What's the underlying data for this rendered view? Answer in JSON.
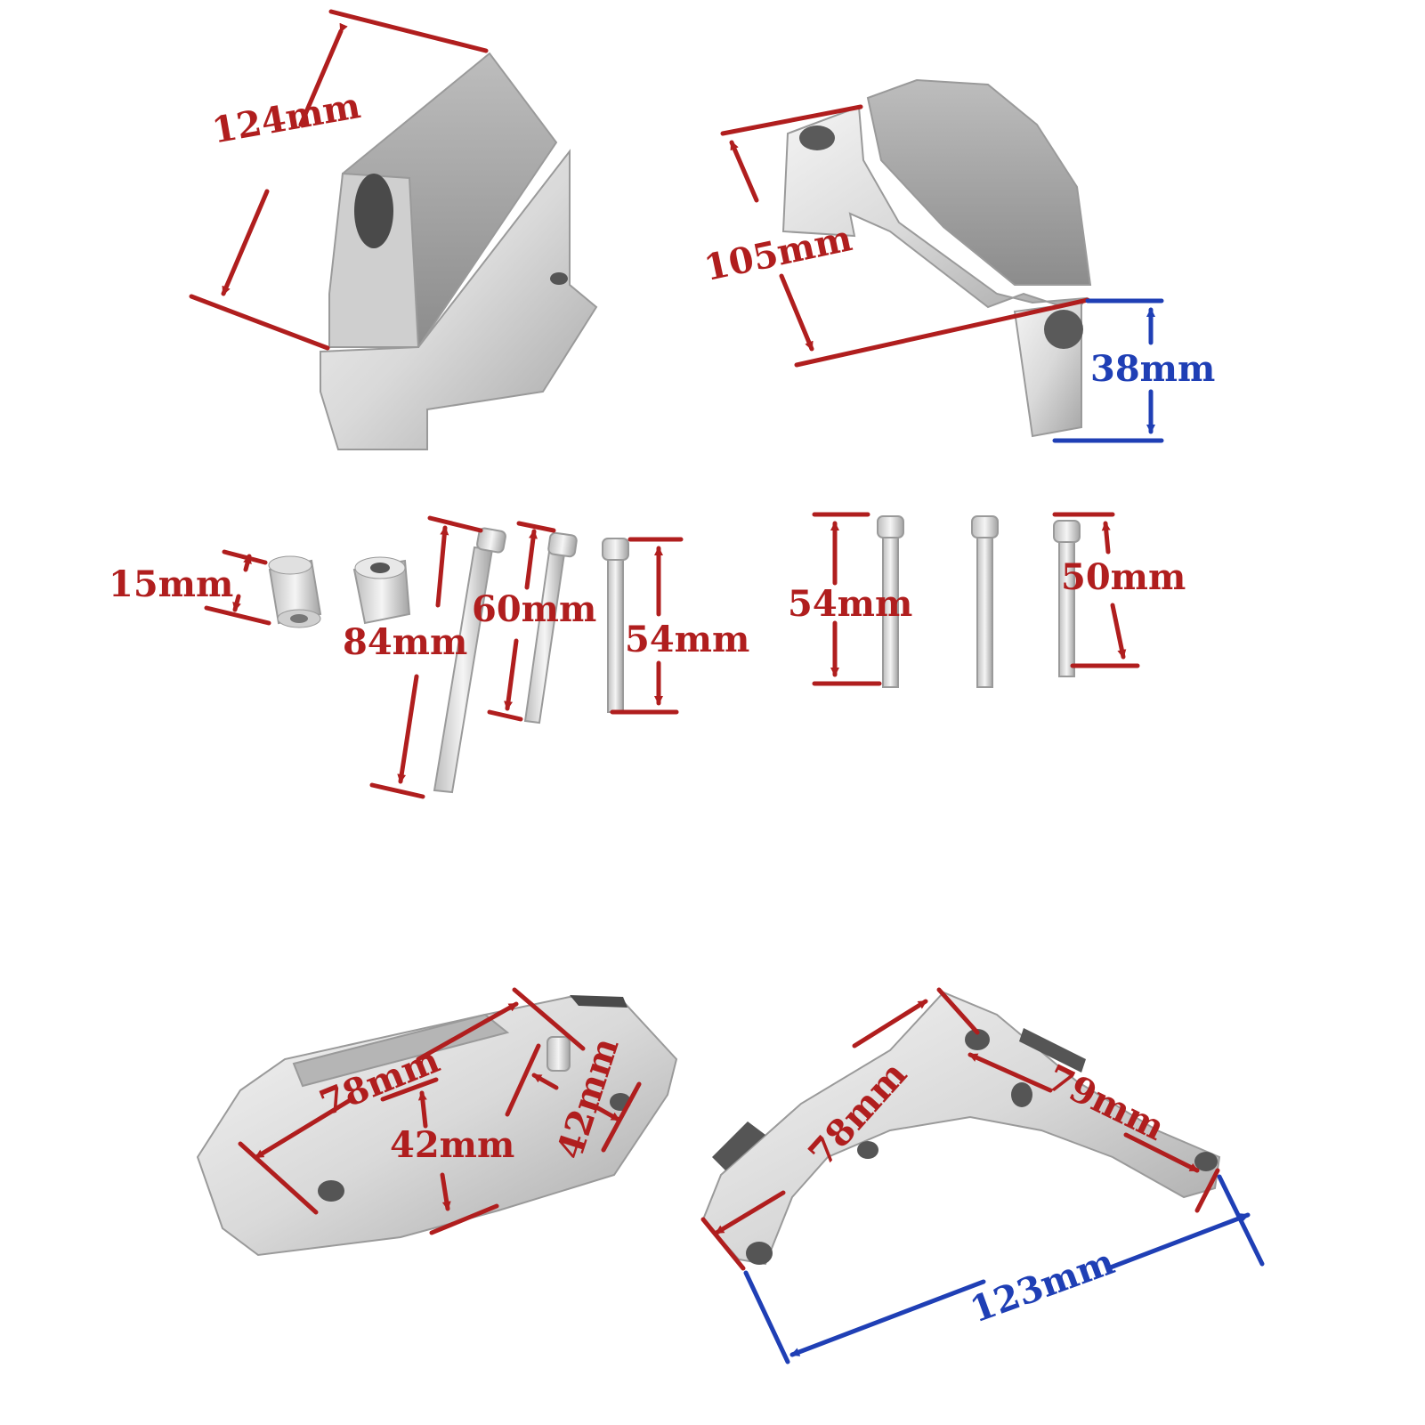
{
  "colors": {
    "dimension_red": "#b01e1e",
    "dimension_blue": "#1f3fb5",
    "part_silver": "#d9d9d9",
    "part_shadow": "#a6a6a6",
    "part_light": "#f4f4f4"
  },
  "dimensions": {
    "slider_left_length": "124mm",
    "slider_right_length": "105mm",
    "mount_height": "38mm",
    "spacer_length": "15mm",
    "bolt_long": "84mm",
    "bolt_mid": "60mm",
    "bolt_short_left": "54mm",
    "bolt_short_right": "54mm",
    "bolt_right_set": "50mm",
    "bracket_left_length": "78mm",
    "bracket_left_height": "42mm",
    "bracket_left_tip": "42mm",
    "bracket_right_length": "78mm",
    "bracket_right_inner": "79mm",
    "bracket_right_span": "123mm"
  }
}
